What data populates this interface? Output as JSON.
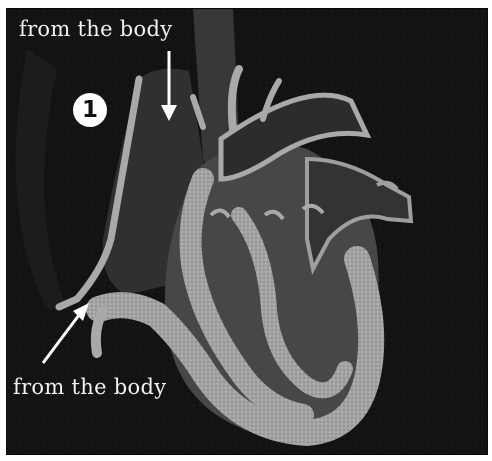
{
  "labels": {
    "top": "from the body",
    "bottom": "from the body"
  },
  "badge": {
    "number": "1"
  },
  "colors": {
    "background": "#121212",
    "tissue_light": "#a9a9a9",
    "tissue_mid": "#5e5e5e",
    "tissue_dark": "#3a3a3a",
    "arrow": "#ffffff",
    "text": "#f2f2f2"
  }
}
